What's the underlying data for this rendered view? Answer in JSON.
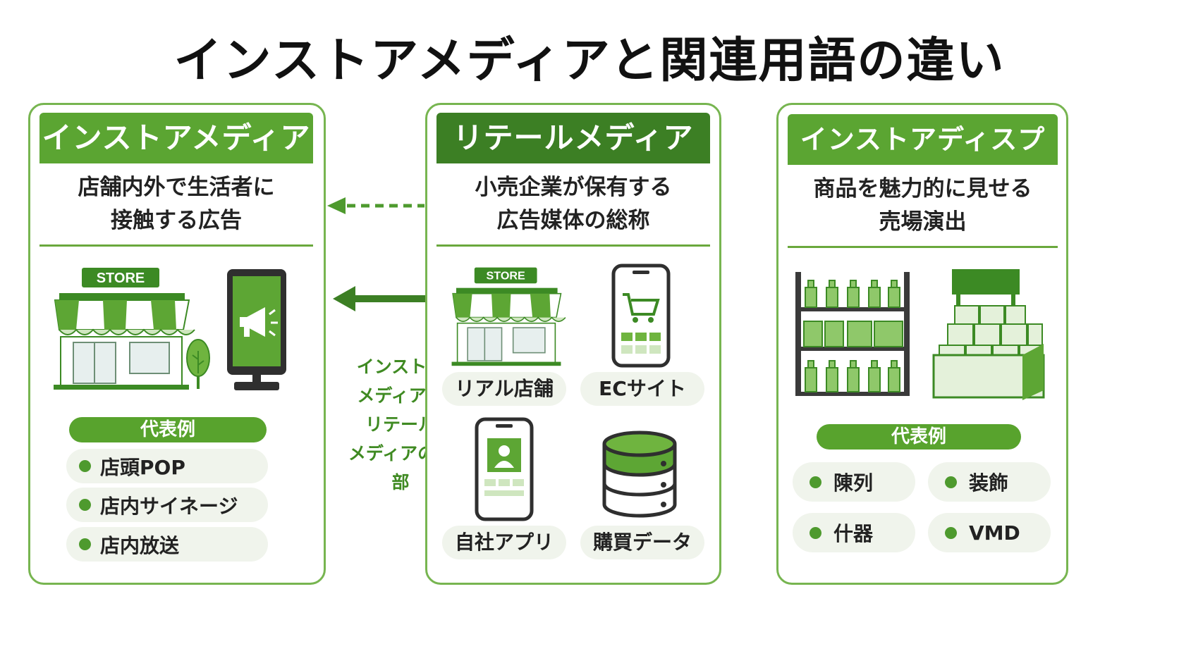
{
  "title": "インストアメディアと関連用語の違い",
  "colors": {
    "dark_green": "#3c7f24",
    "green": "#5da634",
    "light_green": "#cfe6bf",
    "pill_bg": "#f0f4ec"
  },
  "panels": {
    "instore_media": {
      "heading": "インストアメディア",
      "description_lines": [
        "店舗内外で生活者に",
        "接触する広告"
      ],
      "store_sign": "STORE",
      "examples_label": "代表例",
      "examples": [
        "店頭POP",
        "店内サイネージ",
        "店内放送"
      ],
      "icons": [
        "store-icon",
        "tree-icon",
        "digital-signage-icon",
        "megaphone-icon"
      ]
    },
    "retail_media": {
      "heading": "リテールメディア",
      "description_lines": [
        "小売企業が保有する",
        "広告媒体の総称"
      ],
      "store_sign": "STORE",
      "channels": [
        "リアル店舗",
        "ECサイト",
        "自社アプリ",
        "購買データ"
      ],
      "icons": [
        "store-icon",
        "smartphone-cart-icon",
        "smartphone-app-icon",
        "database-icon"
      ]
    },
    "instore_display": {
      "heading": "インストアディスプレイ",
      "description_lines": [
        "商品を魅力的に見せる",
        "売場演出"
      ],
      "examples_label": "代表例",
      "examples": [
        "陳列",
        "装飾",
        "什器",
        "VMD"
      ],
      "icons": [
        "shelf-icon",
        "display-stand-icon"
      ]
    }
  },
  "relation": {
    "note_lines": [
      "インストア",
      "メディアは",
      "リテール",
      "メディアの一部"
    ]
  }
}
